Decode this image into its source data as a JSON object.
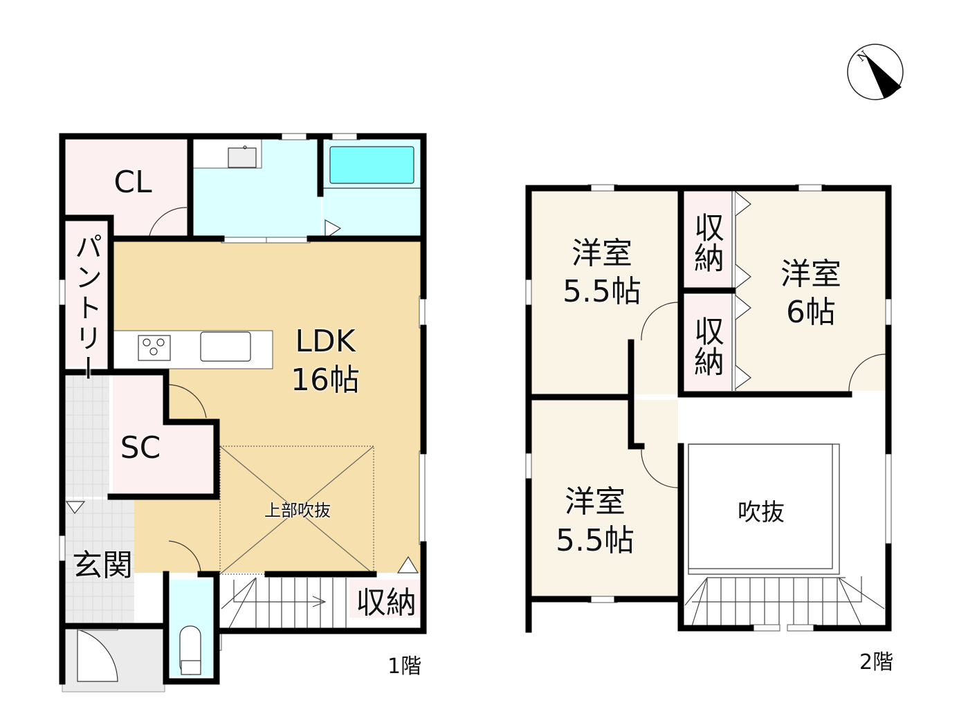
{
  "compass": {
    "label": "N",
    "icon": "north-arrow-icon"
  },
  "floors": [
    {
      "name": "1階",
      "rooms": [
        {
          "id": "cl",
          "label": "CL",
          "color": "#fdf0f0"
        },
        {
          "id": "pantry",
          "label": "パントリー",
          "color": "#fdf0f0"
        },
        {
          "id": "washroom",
          "label": "",
          "color": "#dcffff"
        },
        {
          "id": "bathroom",
          "label": "",
          "color": "#dcffff"
        },
        {
          "id": "ldk",
          "label": "LDK",
          "size": "16帖",
          "color": "#f6e0ad"
        },
        {
          "id": "sc",
          "label": "SC",
          "color": "#fdf0f0"
        },
        {
          "id": "void_above",
          "label": "上部吹抜"
        },
        {
          "id": "entrance",
          "label": "玄関",
          "color": "#ebebeb"
        },
        {
          "id": "toilet",
          "label": "",
          "color": "#dcffff"
        },
        {
          "id": "storage",
          "label": "収納",
          "color": "#fdf0f0"
        }
      ]
    },
    {
      "name": "2階",
      "rooms": [
        {
          "id": "western_a",
          "label": "洋室",
          "size": "5.5帖",
          "color": "#f9f4e6"
        },
        {
          "id": "storage_a",
          "label": "収納",
          "color": "#fdf0f0"
        },
        {
          "id": "storage_b",
          "label": "収納",
          "color": "#fdf0f0"
        },
        {
          "id": "western_b",
          "label": "洋室",
          "size": "6帖",
          "color": "#f9f4e6"
        },
        {
          "id": "western_c",
          "label": "洋室",
          "size": "5.5帖",
          "color": "#f9f4e6"
        },
        {
          "id": "void",
          "label": "吹抜"
        }
      ]
    }
  ],
  "colors": {
    "wall": "#000000",
    "pink": "#fdf0f0",
    "aqua": "#dcffff",
    "tub": "#80ffff",
    "ldk": "#f6e0ad",
    "beige": "#f9f4e6",
    "tile": "#ebebeb"
  }
}
